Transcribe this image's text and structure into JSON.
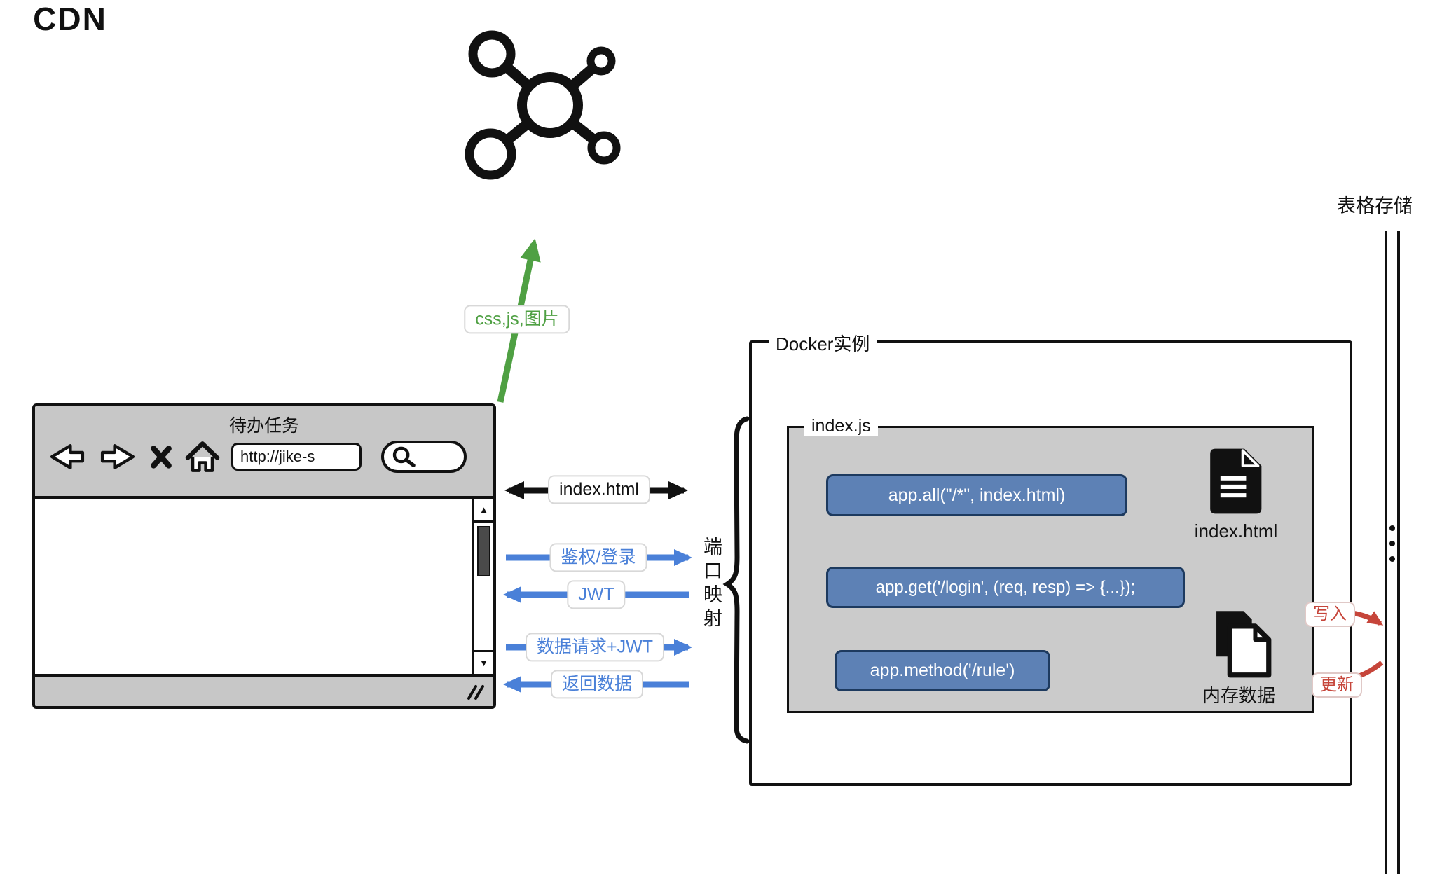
{
  "cdn": {
    "label": "CDN",
    "assets_label": "css,js,图片"
  },
  "browser": {
    "title": "待办任务",
    "url": "http://jike-s",
    "scroll_up": "▲",
    "scroll_down": "▼"
  },
  "flows": {
    "index_html": "index.html",
    "auth_login": "鉴权/登录",
    "jwt": "JWT",
    "data_request": "数据请求+JWT",
    "return_data": "返回数据",
    "port_mapping": "端口映射"
  },
  "docker": {
    "label": "Docker实例",
    "index_js": {
      "label": "index.js",
      "routes": [
        "app.all(\"/*\", index.html)",
        "app.get('/login', (req, resp) => {...});",
        "app.method('/rule')"
      ],
      "index_html_file": "index.html",
      "memory_data": "内存数据"
    }
  },
  "storage": {
    "label": "表格存储",
    "write": "写入",
    "update": "更新"
  },
  "colors": {
    "green": "#4fa043",
    "blue": "#4a80d8",
    "red": "#c6453a",
    "route_fill": "#5d81b5",
    "chrome_gray": "#c7c7c7"
  }
}
